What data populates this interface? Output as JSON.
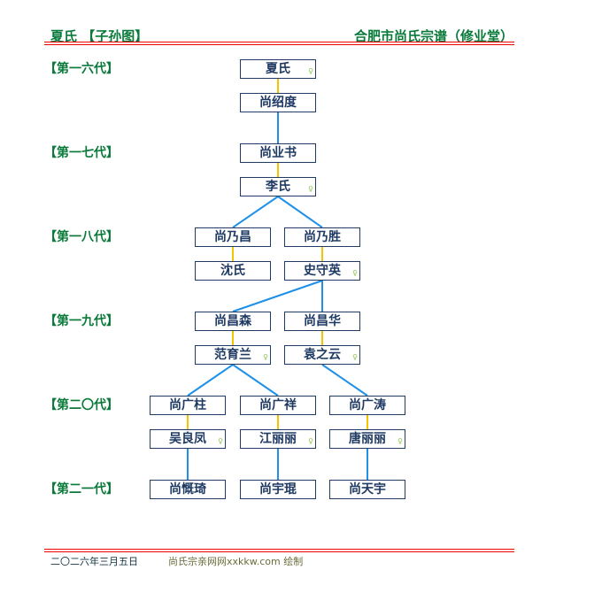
{
  "header": {
    "left": "夏氏 【子孙图】",
    "right": "合肥市尚氏宗谱（修业堂）"
  },
  "generations": [
    "【第一六代】",
    "【第一七代】",
    "【第一八代】",
    "【第一九代】",
    "【第二〇代】",
    "【第二一代】"
  ],
  "persons": [
    {
      "name": "夏氏",
      "female": true
    },
    {
      "name": "尚绍度",
      "female": false
    },
    {
      "name": "尚业书",
      "female": false
    },
    {
      "name": "李氏",
      "female": true
    },
    {
      "name": "尚乃昌",
      "female": false
    },
    {
      "name": "沈氏",
      "female": false
    },
    {
      "name": "尚乃胜",
      "female": false
    },
    {
      "name": "史守英",
      "female": true
    },
    {
      "name": "尚昌森",
      "female": false
    },
    {
      "name": "范育兰",
      "female": true
    },
    {
      "name": "尚昌华",
      "female": false
    },
    {
      "name": "袁之云",
      "female": true
    },
    {
      "name": "尚广柱",
      "female": false
    },
    {
      "name": "吴良凤",
      "female": true
    },
    {
      "name": "尚广祥",
      "female": false
    },
    {
      "name": "江丽丽",
      "female": true
    },
    {
      "name": "尚广涛",
      "female": false
    },
    {
      "name": "唐丽丽",
      "female": true
    },
    {
      "name": "尚慨琦",
      "female": false
    },
    {
      "name": "尚宇琨",
      "female": false
    },
    {
      "name": "尚天宇",
      "female": false
    }
  ],
  "female_mark": "♀",
  "footer": {
    "date": "二〇二六年三月五日",
    "credit": "尚氏宗亲网网xxkkw.com 绘制"
  },
  "colors": {
    "spouse_line": "#f5c400",
    "child_line": "#1e90e8",
    "box_border": "#1f3a63",
    "title": "#0a7a3a",
    "rule": "#e00000"
  }
}
